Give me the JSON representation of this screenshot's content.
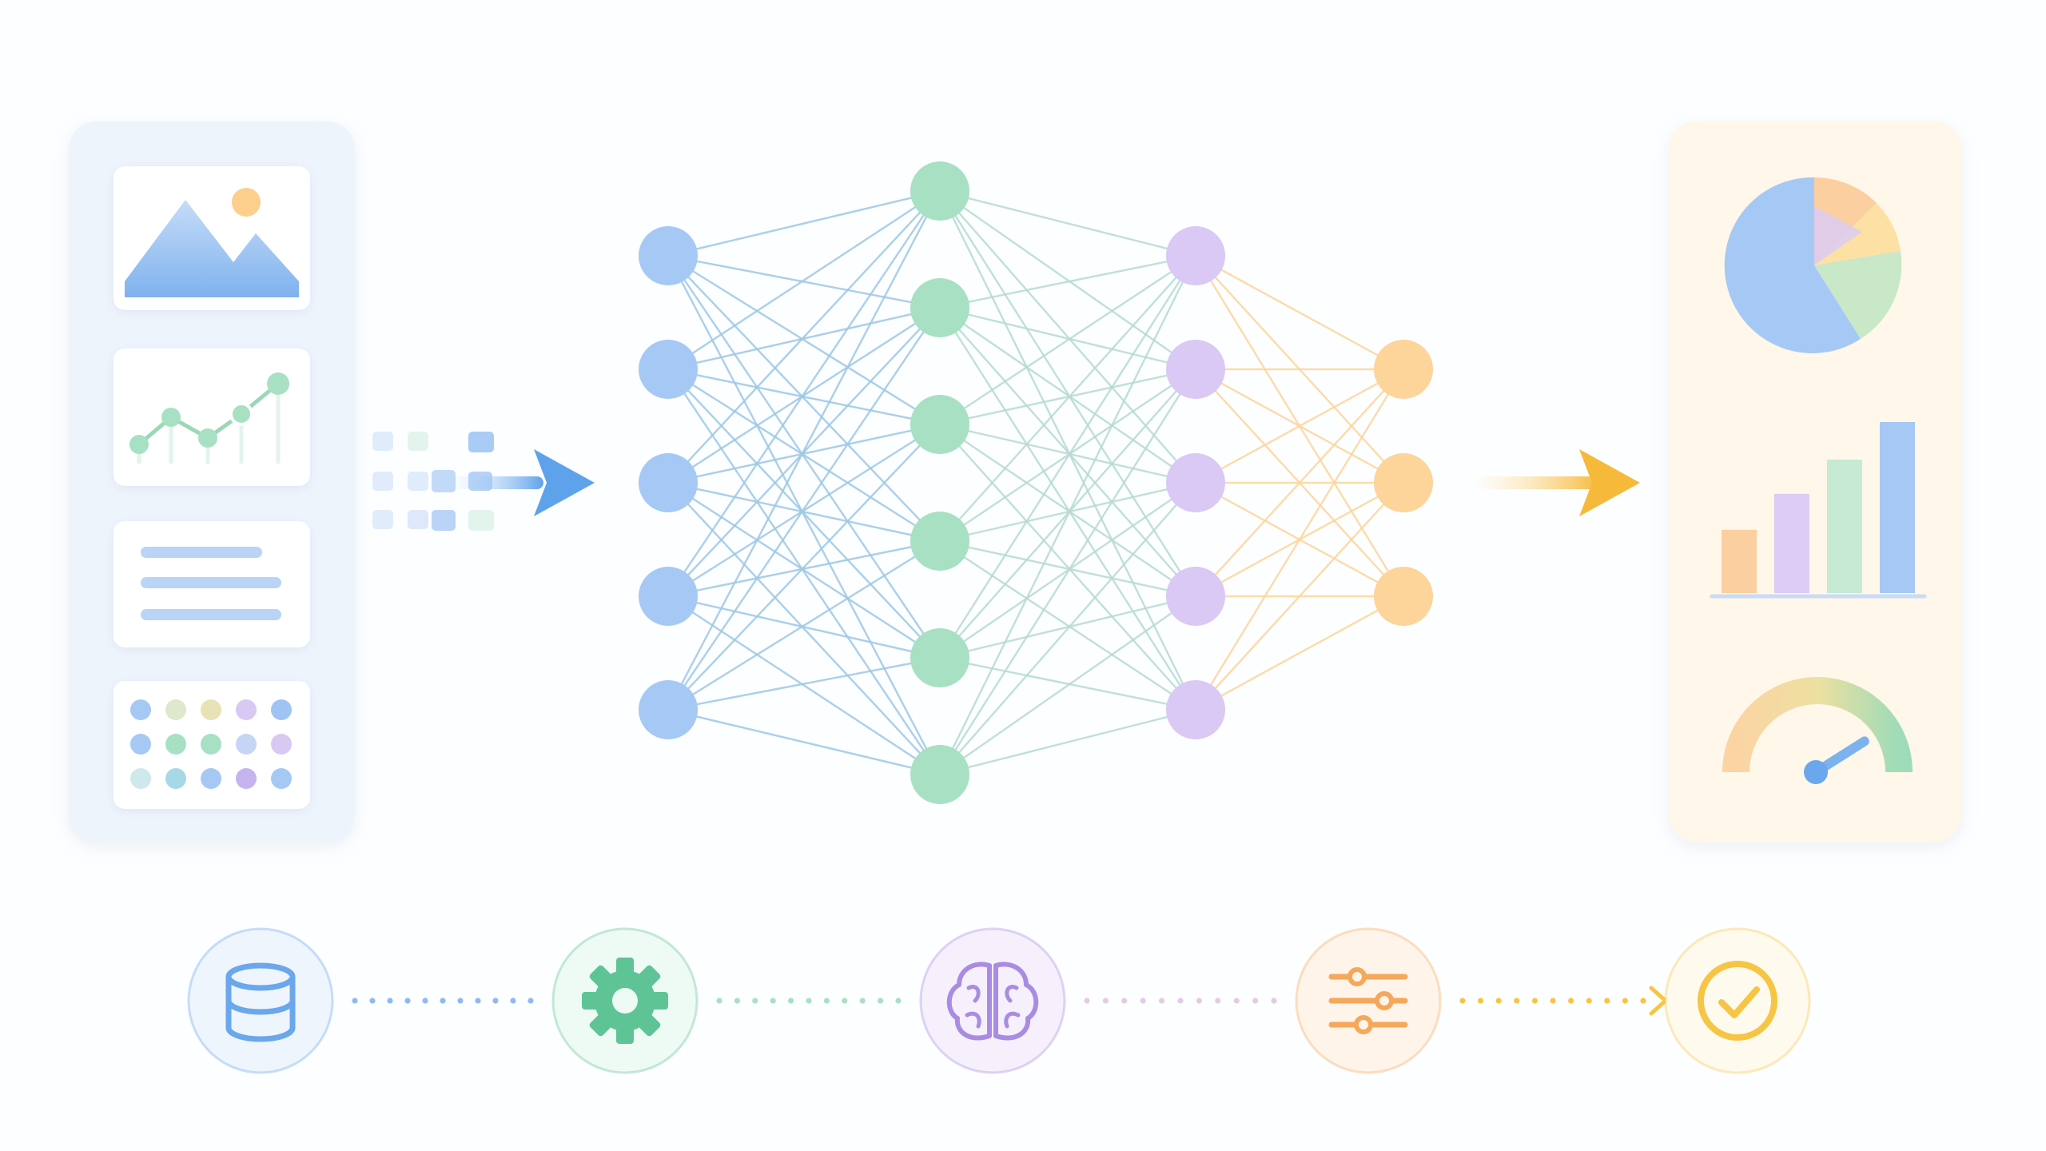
{
  "diagram": {
    "colors": {
      "blue": "#a6c8f5",
      "blue_dark": "#6aa7ec",
      "green": "#a8e0c4",
      "green_dark": "#5ec496",
      "purple": "#dac8f5",
      "purple_dark": "#a98ce2",
      "orange": "#fdd49a",
      "orange_dark": "#f5a85a",
      "yellow": "#f7c544",
      "input_panel": "#eef4fc",
      "output_panel": "#fff7e9"
    },
    "input_panel": {
      "cards": [
        "image-icon",
        "line-chart-icon",
        "text-lines-icon",
        "dot-grid-icon"
      ]
    },
    "network": {
      "layers": [
        {
          "name": "input-layer",
          "count": 5,
          "color": "#a6c8f5"
        },
        {
          "name": "hidden-layer-1",
          "count": 6,
          "color": "#a8e0c4"
        },
        {
          "name": "hidden-layer-2",
          "count": 5,
          "color": "#dac8f5"
        },
        {
          "name": "output-layer",
          "count": 3,
          "color": "#fdd49a"
        }
      ]
    },
    "output_panel": {
      "items": [
        "pie-chart-icon",
        "bar-chart-icon",
        "gauge-icon"
      ],
      "bar_values": [
        0.37,
        0.58,
        0.78,
        1.0
      ],
      "gauge_level": 0.82
    },
    "pipeline": {
      "steps": [
        {
          "icon": "database-icon",
          "color": "#6aa7ec",
          "bg": "#eef5fd"
        },
        {
          "icon": "gear-icon",
          "color": "#5ec496",
          "bg": "#eefaf4"
        },
        {
          "icon": "brain-icon",
          "color": "#a98ce2",
          "bg": "#f5f0fc"
        },
        {
          "icon": "sliders-icon",
          "color": "#f5a85a",
          "bg": "#fff4ea"
        },
        {
          "icon": "check-circle-icon",
          "color": "#f7c544",
          "bg": "#fffaee"
        }
      ]
    }
  }
}
